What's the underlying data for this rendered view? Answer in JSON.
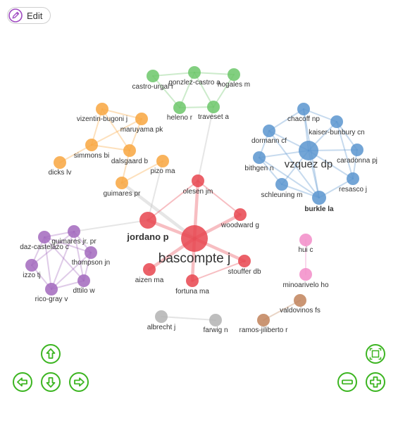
{
  "toolbar": {
    "edit_label": "Edit",
    "edit_icon": "pencil-icon"
  },
  "graph": {
    "clusters": [
      {
        "name": "red",
        "color": "#e8454f"
      },
      {
        "name": "blue",
        "color": "#5b95cf"
      },
      {
        "name": "green",
        "color": "#6cc76a"
      },
      {
        "name": "orange",
        "color": "#f8a640"
      },
      {
        "name": "purple",
        "color": "#a269bd"
      },
      {
        "name": "pink",
        "color": "#f28cc8"
      },
      {
        "name": "brown",
        "color": "#c1835a"
      },
      {
        "name": "gray",
        "color": "#b3b3b3"
      }
    ],
    "nodes": [
      {
        "id": "bascompte",
        "label": "bascompte j",
        "cluster": "red",
        "weight": 10
      },
      {
        "id": "jordano",
        "label": "jordano p",
        "cluster": "red",
        "weight": 6
      },
      {
        "id": "olesen",
        "label": "olesen jm",
        "cluster": "red",
        "weight": 3
      },
      {
        "id": "woodward",
        "label": "woodward g",
        "cluster": "red",
        "weight": 3
      },
      {
        "id": "stouffer",
        "label": "stouffer db",
        "cluster": "red",
        "weight": 3
      },
      {
        "id": "fortuna",
        "label": "fortuna ma",
        "cluster": "red",
        "weight": 3
      },
      {
        "id": "aizen",
        "label": "aizen ma",
        "cluster": "red",
        "weight": 3
      },
      {
        "id": "vazquez",
        "label": "vzquez dp",
        "cluster": "blue",
        "weight": 8
      },
      {
        "id": "chacoff",
        "label": "chacoff np",
        "cluster": "blue",
        "weight": 3
      },
      {
        "id": "kaiser",
        "label": "kaiser-bunbury cn",
        "cluster": "blue",
        "weight": 3
      },
      {
        "id": "dormann",
        "label": "dormann cf",
        "cluster": "blue",
        "weight": 3
      },
      {
        "id": "caradonna",
        "label": "caradonna pj",
        "cluster": "blue",
        "weight": 3
      },
      {
        "id": "bithgen",
        "label": "bithgen n",
        "cluster": "blue",
        "weight": 3
      },
      {
        "id": "resasco",
        "label": "resasco j",
        "cluster": "blue",
        "weight": 3
      },
      {
        "id": "schleuning",
        "label": "schleuning m",
        "cluster": "blue",
        "weight": 3
      },
      {
        "id": "burkle",
        "label": "burkle la",
        "cluster": "blue",
        "weight": 4
      },
      {
        "id": "gonzalez",
        "label": "gonzlez-castro a",
        "cluster": "green",
        "weight": 3
      },
      {
        "id": "nogales",
        "label": "nogales m",
        "cluster": "green",
        "weight": 3
      },
      {
        "id": "castro",
        "label": "castro-urgal r",
        "cluster": "green",
        "weight": 3
      },
      {
        "id": "heleno",
        "label": "heleno r",
        "cluster": "green",
        "weight": 3
      },
      {
        "id": "traveset",
        "label": "traveset a",
        "cluster": "green",
        "weight": 3
      },
      {
        "id": "vizentin",
        "label": "vizentin-bugoni j",
        "cluster": "orange",
        "weight": 3
      },
      {
        "id": "maruyama",
        "label": "maruyama pk",
        "cluster": "orange",
        "weight": 3
      },
      {
        "id": "simmons",
        "label": "simmons bi",
        "cluster": "orange",
        "weight": 3
      },
      {
        "id": "dalsgaard",
        "label": "dalsgaard b",
        "cluster": "orange",
        "weight": 3
      },
      {
        "id": "dicks",
        "label": "dicks lv",
        "cluster": "orange",
        "weight": 3
      },
      {
        "id": "pizo",
        "label": "pizo ma",
        "cluster": "orange",
        "weight": 3
      },
      {
        "id": "guimares_pr",
        "label": "guimares pr",
        "cluster": "orange",
        "weight": 3
      },
      {
        "id": "guimares_jr",
        "label": "guimares jr. pr",
        "cluster": "purple",
        "weight": 3
      },
      {
        "id": "daz",
        "label": "daz-castelazo c",
        "cluster": "purple",
        "weight": 3
      },
      {
        "id": "thompson",
        "label": "thompson jn",
        "cluster": "purple",
        "weight": 3
      },
      {
        "id": "izzo",
        "label": "izzo tj",
        "cluster": "purple",
        "weight": 3
      },
      {
        "id": "dttilo",
        "label": "dttilo w",
        "cluster": "purple",
        "weight": 3
      },
      {
        "id": "rico",
        "label": "rico-gray v",
        "cluster": "purple",
        "weight": 3
      },
      {
        "id": "hui",
        "label": "hui c",
        "cluster": "pink",
        "weight": 3
      },
      {
        "id": "minoarivelo",
        "label": "minoarivelo ho",
        "cluster": "pink",
        "weight": 3
      },
      {
        "id": "valdovinos",
        "label": "valdovinos fs",
        "cluster": "brown",
        "weight": 3
      },
      {
        "id": "ramos",
        "label": "ramos-jiliberto r",
        "cluster": "brown",
        "weight": 3
      },
      {
        "id": "albrecht",
        "label": "albrecht j",
        "cluster": "gray",
        "weight": 3
      },
      {
        "id": "farwig",
        "label": "farwig n",
        "cluster": "gray",
        "weight": 3
      }
    ],
    "edges": [
      [
        "bascompte",
        "jordano"
      ],
      [
        "bascompte",
        "olesen"
      ],
      [
        "bascompte",
        "fortuna"
      ],
      [
        "bascompte",
        "stouffer"
      ],
      [
        "bascompte",
        "aizen"
      ],
      [
        "bascompte",
        "woodward"
      ],
      [
        "bascompte",
        "guimares_pr"
      ],
      [
        "jordano",
        "olesen"
      ],
      [
        "olesen",
        "woodward"
      ],
      [
        "olesen",
        "traveset"
      ],
      [
        "fortuna",
        "stouffer"
      ],
      [
        "jordano",
        "guimares_jr"
      ],
      [
        "jordano",
        "pizo"
      ],
      [
        "vazquez",
        "chacoff"
      ],
      [
        "vazquez",
        "kaiser"
      ],
      [
        "vazquez",
        "dormann"
      ],
      [
        "vazquez",
        "caradonna"
      ],
      [
        "vazquez",
        "bithgen"
      ],
      [
        "vazquez",
        "resasco"
      ],
      [
        "vazquez",
        "schleuning"
      ],
      [
        "vazquez",
        "burkle"
      ],
      [
        "chacoff",
        "dormann"
      ],
      [
        "chacoff",
        "kaiser"
      ],
      [
        "kaiser",
        "caradonna"
      ],
      [
        "dormann",
        "bithgen"
      ],
      [
        "bithgen",
        "schleuning"
      ],
      [
        "schleuning",
        "burkle"
      ],
      [
        "burkle",
        "resasco"
      ],
      [
        "resasco",
        "caradonna"
      ],
      [
        "dormann",
        "burkle"
      ],
      [
        "bithgen",
        "burkle"
      ],
      [
        "kaiser",
        "resasco"
      ],
      [
        "chacoff",
        "burkle"
      ],
      [
        "gonzalez",
        "nogales"
      ],
      [
        "gonzalez",
        "castro"
      ],
      [
        "gonzalez",
        "heleno"
      ],
      [
        "gonzalez",
        "traveset"
      ],
      [
        "nogales",
        "traveset"
      ],
      [
        "heleno",
        "traveset"
      ],
      [
        "castro",
        "heleno"
      ],
      [
        "vizentin",
        "maruyama"
      ],
      [
        "vizentin",
        "simmons"
      ],
      [
        "vizentin",
        "dalsgaard"
      ],
      [
        "maruyama",
        "dalsgaard"
      ],
      [
        "maruyama",
        "simmons"
      ],
      [
        "simmons",
        "dalsgaard"
      ],
      [
        "simmons",
        "dicks"
      ],
      [
        "dalsgaard",
        "guimares_pr"
      ],
      [
        "pizo",
        "guimares_pr"
      ],
      [
        "guimares_jr",
        "daz"
      ],
      [
        "guimares_jr",
        "thompson"
      ],
      [
        "guimares_jr",
        "izzo"
      ],
      [
        "guimares_jr",
        "dttilo"
      ],
      [
        "guimares_jr",
        "rico"
      ],
      [
        "daz",
        "thompson"
      ],
      [
        "daz",
        "izzo"
      ],
      [
        "daz",
        "dttilo"
      ],
      [
        "daz",
        "rico"
      ],
      [
        "thompson",
        "dttilo"
      ],
      [
        "thompson",
        "rico"
      ],
      [
        "izzo",
        "rico"
      ],
      [
        "dttilo",
        "rico"
      ],
      [
        "hui",
        "minoarivelo"
      ],
      [
        "valdovinos",
        "ramos"
      ],
      [
        "albrecht",
        "farwig"
      ]
    ]
  },
  "controls": {
    "pan_up_icon": "arrow-up-icon",
    "pan_left_icon": "arrow-left-icon",
    "pan_down_icon": "arrow-down-icon",
    "pan_right_icon": "arrow-right-icon",
    "fit_icon": "fit-screen-icon",
    "zoom_out_icon": "minus-icon",
    "zoom_in_icon": "plus-icon",
    "accent": "#3cb521"
  }
}
